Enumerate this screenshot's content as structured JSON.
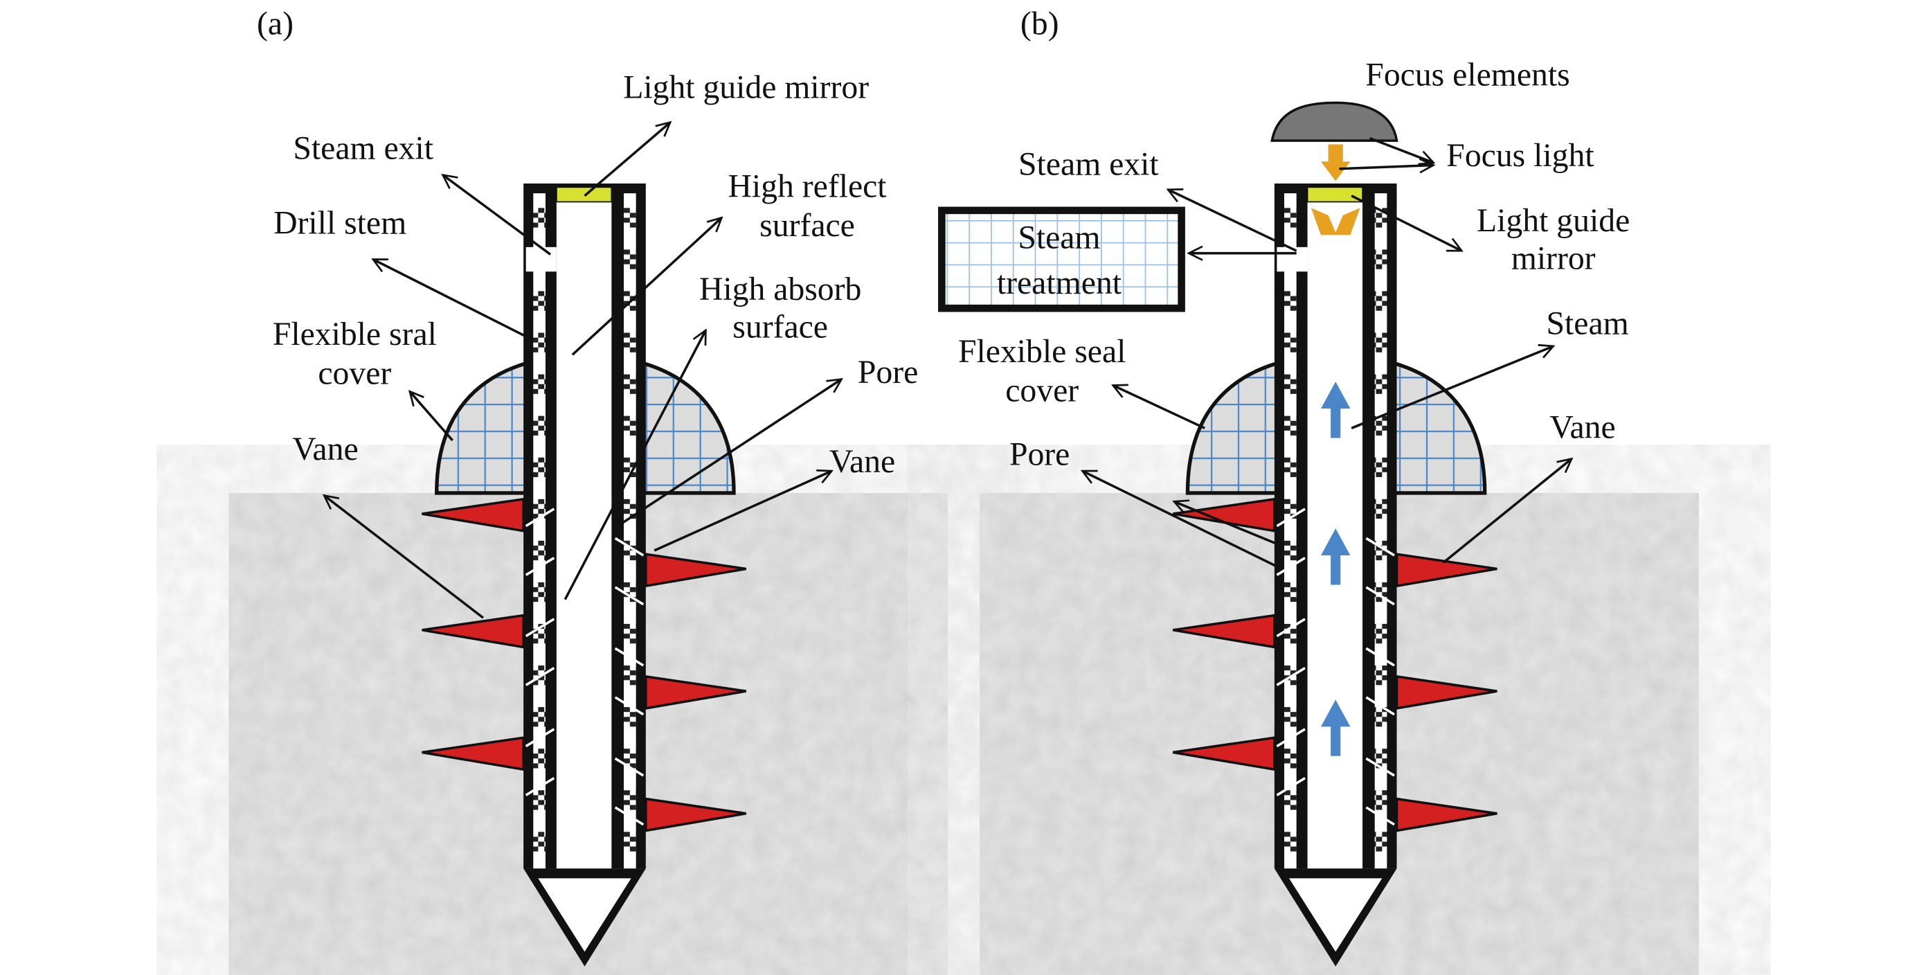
{
  "panel_a": {
    "tag": "(a)",
    "labels": {
      "light_guide_mirror": "Light guide mirror",
      "steam_exit": "Steam exit",
      "high_reflect_1": "High reflect",
      "high_reflect_2": "surface",
      "drill_stem": "Drill stem",
      "high_absorb_1": "High absorb",
      "high_absorb_2": "surface",
      "flexible_cover_1": "Flexible sral",
      "flexible_cover_2": "cover",
      "pore": "Pore",
      "vane_left": "Vane",
      "vane_right": "Vane"
    }
  },
  "panel_b": {
    "tag": "(b)",
    "labels": {
      "focus_elements": "Focus elements",
      "focus_light": "Focus light",
      "steam_exit": "Steam exit",
      "light_guide_mirror_1": "Light guide",
      "light_guide_mirror_2": "mirror",
      "steam_treatment_1": "Steam",
      "steam_treatment_2": "treatment",
      "steam": "Steam",
      "flexible_cover_1": "Flexible seal",
      "flexible_cover_2": "cover",
      "vane": "Vane",
      "pore": "Pore"
    }
  },
  "colors": {
    "vane": "#d42020",
    "mirror": "#d8e030",
    "seal_grid": "#4a86c8",
    "steam_arrow": "#4a86c8",
    "focus_light": "#e8a020",
    "ground": "#cfcfcf"
  }
}
